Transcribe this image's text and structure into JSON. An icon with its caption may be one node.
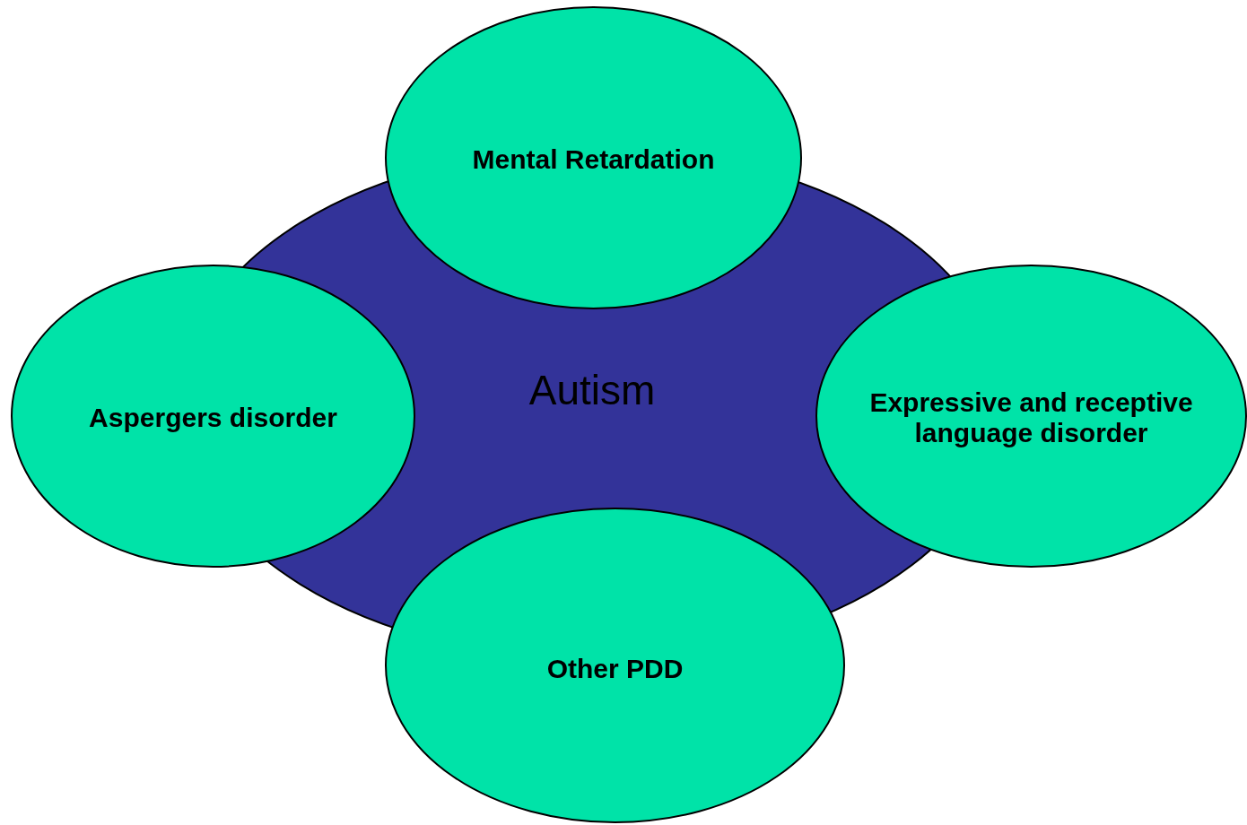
{
  "diagram": {
    "nodes": [
      {
        "text": [
          "Autism"
        ]
      },
      {
        "text": [
          "Mental Retardation"
        ]
      },
      {
        "text": [
          "Aspergers disorder"
        ]
      },
      {
        "text": [
          "Expressive and receptive language disorder"
        ]
      },
      {
        "text": [
          "Other PDD"
        ]
      }
    ]
  }
}
